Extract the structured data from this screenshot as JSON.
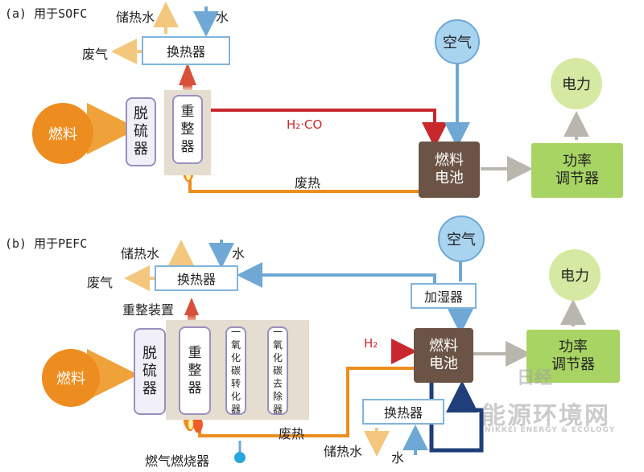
{
  "section_a": {
    "title": "(a) 用于SOFC",
    "fuel": "燃料",
    "desulfurizer": "脱\n硫\n器",
    "reformer": "重\n整\n器",
    "heat_exchanger": "换热器",
    "storage_water": "储热水",
    "water": "水",
    "exhaust": "废气",
    "air": "空气",
    "gas_label": "H₂·CO",
    "waste_heat": "废热",
    "fuel_cell": "燃料\n电池",
    "power_conditioner": "功率\n调节器",
    "electricity": "电力"
  },
  "section_b": {
    "title": "(b) 用于PEFC",
    "storage_water": "储热水",
    "water": "水",
    "heat_exchanger": "换热器",
    "exhaust": "废气",
    "reforming_unit": "重整装置",
    "fuel": "燃料",
    "desulfurizer": "脱\n硫\n器",
    "reformer": "重\n整\n器",
    "co_converter": "一\n氧\n化\n碳\n转\n化\n器",
    "co_remover": "一\n氧\n化\n碳\n去\n除\n器",
    "air": "空气",
    "humidifier": "加湿器",
    "gas_label": "H₂",
    "fuel_cell": "燃料\n电池",
    "power_conditioner": "功率\n调节器",
    "electricity": "电力",
    "waste_heat": "废热",
    "heat_exchanger_2": "换热器",
    "storage_water_2": "储热水",
    "water_2": "水",
    "burner": "燃气燃烧器"
  },
  "watermark": {
    "line1": "日经",
    "line2": "能源环境网",
    "line3": "NIKKEI ENERGY & ECOLOGY"
  },
  "colors": {
    "orange": "#ee8d1f",
    "red": "#c8282d",
    "blue": "#6fa8d4",
    "navy": "#1f3e7a",
    "grey_arrow": "#b9b6ad",
    "cell_brown": "#6b5446",
    "pcu_green": "#a8d464"
  }
}
